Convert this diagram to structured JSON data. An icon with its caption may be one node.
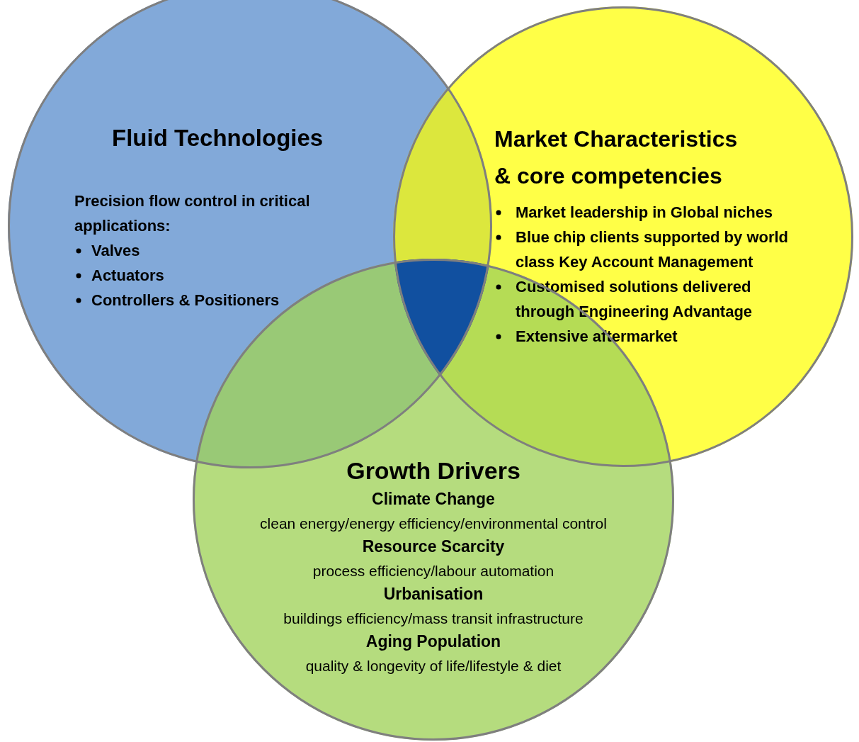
{
  "diagram": {
    "nodes": [
      {
        "text": [
          "Fluid Technologies",
          "Precision flow control in critical applications:",
          "Valves",
          "Actuators",
          "Controllers & Positioners"
        ]
      },
      {
        "text": [
          "Market Characteristics & core competencies",
          "Market leadership in Global niches",
          "Blue chip clients supported by world class Key Account Management",
          "Customised solutions delivered through Engineering Advantage",
          "Extensive aftermarket"
        ]
      },
      {
        "text": [],
        "shape": "triangle"
      },
      {
        "text": [
          "Growth Drivers",
          "Climate Change",
          "clean energy/energy efficiency/environmental control",
          "Resource Scarcity",
          "process efficiency/labour automation",
          "Urbanisation",
          "buildings efficiency/mass transit infrastructure",
          "Aging Population",
          "quality & longevity of life/lifestyle & diet"
        ]
      }
    ]
  }
}
